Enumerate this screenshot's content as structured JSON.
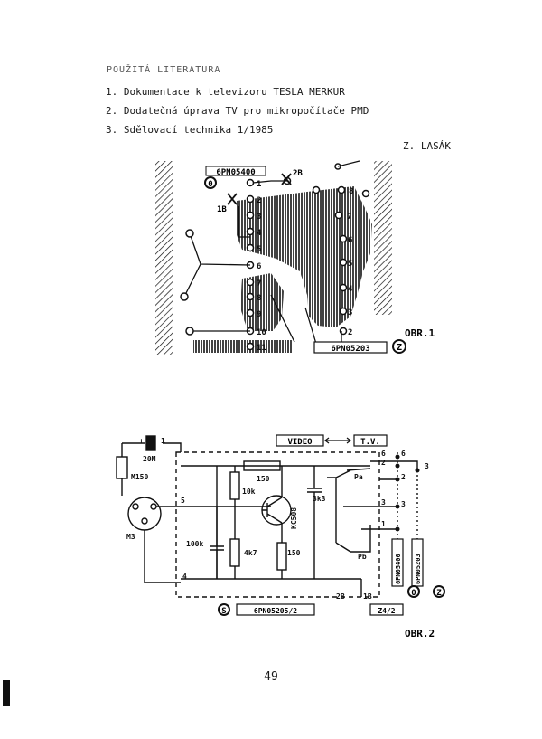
{
  "references": {
    "heading": "POUŽITÁ LITERATURA",
    "items": [
      "1. Dokumentace k televizoru TESLA MERKUR",
      "2. Dodatečná úprava TV pro mikropočítače PMD",
      "3. Sdělovací technika 1/1985"
    ]
  },
  "author": "Z. LASÁK",
  "fig1": {
    "label": "OBR.1",
    "connector_top": "6PN05400",
    "connector_bottom": "6PN05203",
    "circle_left": "0",
    "circle_right": "Z",
    "mark_2b": "2B",
    "mark_1b": "1B",
    "pins_left": [
      "1",
      "2",
      "3",
      "4",
      "5",
      "6",
      "7",
      "8",
      "9",
      "10",
      "11"
    ],
    "pins_right": [
      "8",
      "7",
      "6",
      "5",
      "4",
      "3",
      "2"
    ]
  },
  "fig2": {
    "label": "OBR.2",
    "video": "VIDEO",
    "tv": "T.V.",
    "comp": {
      "c_20m": "20M",
      "r_m150": "M150",
      "conn_m3": "M3",
      "r_150_top": "150",
      "r_10k": "10k",
      "c_3k3": "3k3",
      "transistor": "KC508",
      "c_100k": "100k",
      "r_4k7": "4k7",
      "r_150_bot": "150",
      "pa": "Pa",
      "pb": "Pb",
      "vert_left": "6PN05400",
      "vert_right": "6PN05203",
      "bottom_left": "6PN05205/2",
      "bottom_right": "Z4/2",
      "circle_s": "S",
      "circle_0": "0",
      "circle_z": "Z",
      "n_plus": "+",
      "n_1a": "1",
      "n_1b": "1",
      "n_2a": "2",
      "n_2b": "2",
      "n_3a": "3",
      "n_3b": "3",
      "n_3c": "3",
      "n_4": "4",
      "n_5": "5",
      "n_6": "6",
      "n_6b": "6",
      "n_2B": "2B",
      "n_1B": "1B"
    }
  },
  "page_number": "49"
}
